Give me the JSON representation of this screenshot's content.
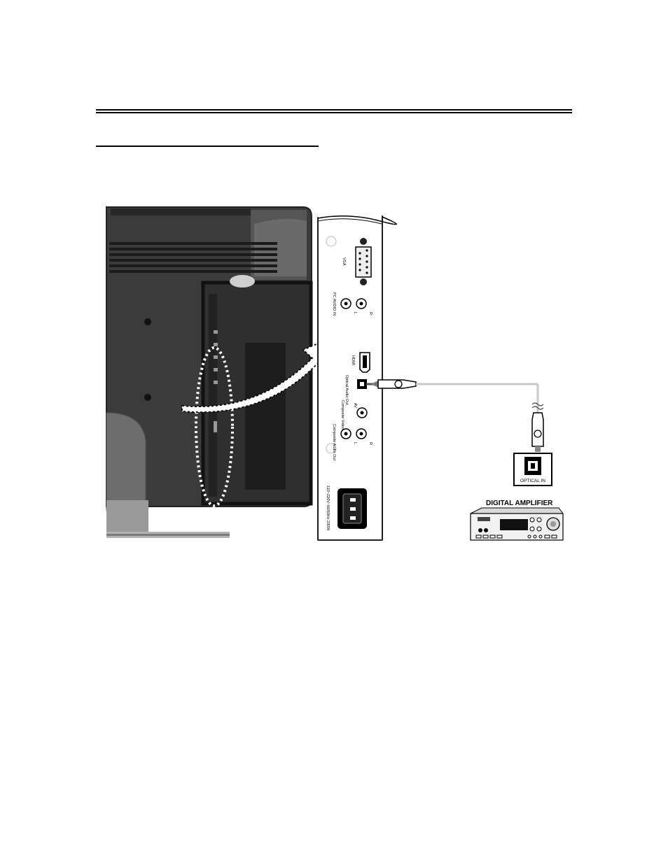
{
  "diagram": {
    "port_labels": {
      "vga": "VGA",
      "pc_audio_in": "PC AUDIO IN",
      "hdmi": "HDMI",
      "optical_audio_out": "Optical Audio Out",
      "composite_video_out": "Composite Video Out",
      "composite_audio_out": "Composite Audio Out",
      "power": "110~220V~50/60Hz 230W",
      "channel_l": "L",
      "channel_r": "R",
      "av": "AV"
    },
    "optical_in_label": "OPTICAL IN",
    "amplifier_label": "DIGITAL AMPLIFIER"
  }
}
